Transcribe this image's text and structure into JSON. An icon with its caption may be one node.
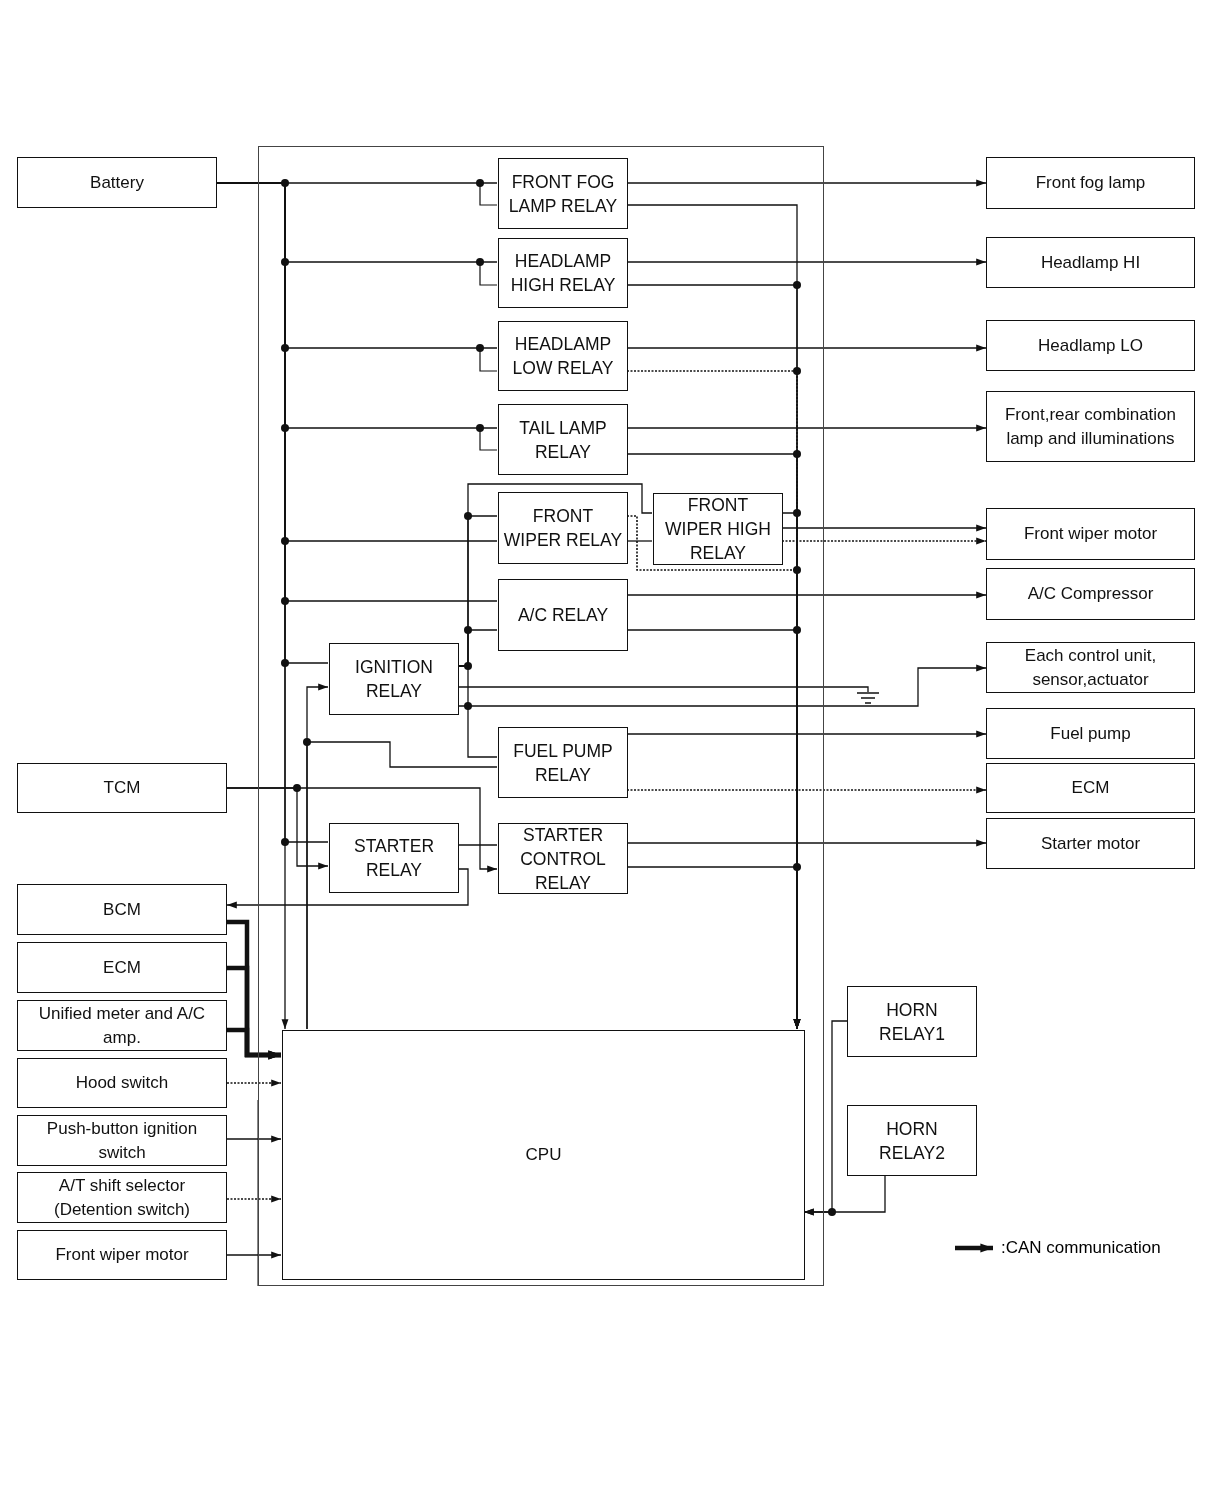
{
  "diagram": {
    "nodes": [
      {
        "text": [],
        "shape": "box"
      },
      {
        "text": [
          "Battery"
        ]
      },
      {
        "text": [
          "FRONT FOG LAMP RELAY"
        ],
        "in": 0
      },
      {
        "text": [
          "HEADLAMP HIGH RELAY"
        ],
        "in": 0
      },
      {
        "text": [
          "HEADLAMP LOW RELAY"
        ],
        "in": 0
      },
      {
        "text": [
          "TAIL LAMP RELAY"
        ],
        "in": 0
      },
      {
        "text": [
          "FRONT WIPER RELAY"
        ],
        "in": 0
      },
      {
        "text": [
          "FRONT WIPER HIGH RELAY"
        ],
        "in": 0
      },
      {
        "text": [
          "A/C RELAY"
        ],
        "in": 0
      },
      {
        "text": [
          "IGNITION RELAY"
        ],
        "in": 0
      },
      {
        "text": [
          "FUEL PUMP RELAY"
        ],
        "in": 0
      },
      {
        "text": [
          "STARTER RELAY"
        ],
        "in": 0
      },
      {
        "text": [
          "STARTER CONTROL RELAY"
        ],
        "in": 0
      },
      {
        "text": [
          "CPU"
        ],
        "in": 0
      },
      {
        "text": [
          "Front fog lamp"
        ]
      },
      {
        "text": [
          "Headlamp HI"
        ]
      },
      {
        "text": [
          "Headlamp LO"
        ]
      },
      {
        "text": [
          "Front,rear combination lamp and illuminations"
        ]
      },
      {
        "text": [
          "Front wiper motor"
        ]
      },
      {
        "text": [
          "A/C Compressor"
        ]
      },
      {
        "text": [
          "Each control unit, sensor,actuator"
        ]
      },
      {
        "text": [
          "Fuel pump"
        ]
      },
      {
        "text": [
          "ECM"
        ]
      },
      {
        "text": [
          "Starter motor"
        ]
      },
      {
        "text": [
          "TCM"
        ]
      },
      {
        "text": [
          "BCM"
        ]
      },
      {
        "text": [
          "ECM"
        ]
      },
      {
        "text": [
          "Unified meter and A/C amp."
        ]
      },
      {
        "text": [
          "Hood switch"
        ]
      },
      {
        "text": [
          "Push-button ignition switch"
        ]
      },
      {
        "text": [
          "A/T shift selector (Detention switch)"
        ]
      },
      {
        "text": [
          "Front wiper motor"
        ]
      },
      {
        "text": [
          "HORN RELAY1"
        ]
      },
      {
        "text": [
          "HORN RELAY2"
        ]
      },
      {
        "text": [],
        "shape": "ground"
      }
    ],
    "edges": [
      {
        "from": 1,
        "to": 2,
        "arrow": "none"
      },
      {
        "from": 1,
        "to": 3,
        "arrow": "none"
      },
      {
        "from": 1,
        "to": 4,
        "arrow": "none"
      },
      {
        "from": 1,
        "to": 5,
        "arrow": "none"
      },
      {
        "from": 1,
        "to": 6,
        "arrow": "none"
      },
      {
        "from": 1,
        "to": 8,
        "arrow": "none"
      },
      {
        "from": 1,
        "to": 9,
        "arrow": "none"
      },
      {
        "from": 1,
        "to": 11,
        "arrow": "none"
      },
      {
        "from": 1,
        "to": 13,
        "arrow": "to"
      },
      {
        "from": 2,
        "to": 14,
        "arrow": "to"
      },
      {
        "from": 3,
        "to": 15,
        "arrow": "to"
      },
      {
        "from": 4,
        "to": 16,
        "arrow": "to"
      },
      {
        "from": 5,
        "to": 17,
        "arrow": "to"
      },
      {
        "from": 7,
        "to": 18,
        "arrow": "to"
      },
      {
        "from": 7,
        "to": 18,
        "arrow": "to",
        "style": "dashed"
      },
      {
        "from": 8,
        "to": 19,
        "arrow": "to"
      },
      {
        "from": 9,
        "to": 20,
        "arrow": "to"
      },
      {
        "from": 9,
        "to": 34,
        "arrow": "none"
      },
      {
        "from": 10,
        "to": 21,
        "arrow": "to"
      },
      {
        "from": 10,
        "to": 22,
        "arrow": "to",
        "style": "dashed"
      },
      {
        "from": 12,
        "to": 23,
        "arrow": "to"
      },
      {
        "from": 2,
        "to": 13,
        "arrow": "to"
      },
      {
        "from": 3,
        "to": 13,
        "arrow": "to"
      },
      {
        "from": 4,
        "to": 13,
        "arrow": "to",
        "style": "dashed"
      },
      {
        "from": 5,
        "to": 13,
        "arrow": "to"
      },
      {
        "from": 7,
        "to": 13,
        "arrow": "to"
      },
      {
        "from": 6,
        "to": 13,
        "arrow": "to",
        "style": "dashed"
      },
      {
        "from": 8,
        "to": 13,
        "arrow": "to"
      },
      {
        "from": 12,
        "to": 13,
        "arrow": "to"
      },
      {
        "from": 9,
        "to": 6,
        "arrow": "none"
      },
      {
        "from": 9,
        "to": 8,
        "arrow": "none"
      },
      {
        "from": 9,
        "to": 10,
        "arrow": "none"
      },
      {
        "from": 9,
        "to": 7,
        "arrow": "none"
      },
      {
        "from": 6,
        "to": 7,
        "arrow": "none"
      },
      {
        "from": 24,
        "to": 12,
        "arrow": "to"
      },
      {
        "from": 24,
        "to": 11,
        "arrow": "to"
      },
      {
        "from": 13,
        "to": 9,
        "arrow": "to"
      },
      {
        "from": 10,
        "to": 13,
        "arrow": "none"
      },
      {
        "from": 11,
        "to": 25,
        "arrow": "to"
      },
      {
        "from": 11,
        "to": 12,
        "arrow": "none"
      },
      {
        "from": 25,
        "to": 13,
        "arrow": "to",
        "style": "thick"
      },
      {
        "from": 26,
        "to": 13,
        "arrow": "to",
        "style": "thick"
      },
      {
        "from": 27,
        "to": 13,
        "arrow": "to",
        "style": "thick"
      },
      {
        "from": 28,
        "to": 13,
        "arrow": "to",
        "style": "dashed"
      },
      {
        "from": 29,
        "to": 13,
        "arrow": "to"
      },
      {
        "from": 30,
        "to": 13,
        "arrow": "to",
        "style": "dashed"
      },
      {
        "from": 31,
        "to": 13,
        "arrow": "to"
      },
      {
        "from": 32,
        "to": 13,
        "arrow": "to"
      },
      {
        "from": 33,
        "to": 13,
        "arrow": "to"
      }
    ],
    "legend": [
      {
        "text": ":CAN communication"
      }
    ]
  }
}
